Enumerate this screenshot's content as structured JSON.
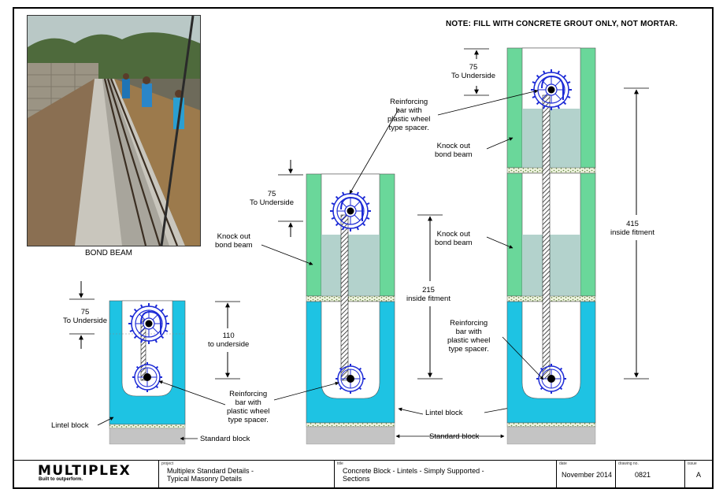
{
  "note": "NOTE: FILL WITH CONCRETE GROUT ONLY, NOT MORTAR.",
  "photo": {
    "caption": "BOND BEAM"
  },
  "section_left": {
    "dim_top_value": "75",
    "dim_top_text": "To Underside",
    "dim_right_value": "110",
    "dim_right_text": "to underside",
    "rebar_label": [
      "Reinforcing",
      "bar with",
      "plastic wheel",
      "type spacer."
    ],
    "lintel_label": "Lintel block",
    "standard_label": "Standard block"
  },
  "section_middle": {
    "dim_top_value": "75",
    "dim_top_text": "To Underside",
    "knockout_label": [
      "Knock out",
      "bond beam"
    ],
    "rebar_label": [
      "Reinforcing",
      "bar with",
      "plastic wheel",
      "type spacer."
    ],
    "dim_right_value": "215",
    "dim_right_text": "inside fitment",
    "lintel_label": "Lintel block",
    "standard_label": "Standard block"
  },
  "section_right": {
    "dim_top_value": "75",
    "dim_top_text": "To Underside",
    "knockout_label_1": [
      "Knock out",
      "bond beam"
    ],
    "knockout_label_2": [
      "Knock out",
      "bond beam"
    ],
    "dim_right_value": "415",
    "dim_right_text": "inside fitment",
    "rebar_label": [
      "Reinforcing",
      "bar with",
      "plastic wheel",
      "type spacer."
    ]
  },
  "title_block": {
    "logo": "MULTIPLEX",
    "tagline": "Built to outperform.",
    "project_caption": "project",
    "project": [
      "Multiplex Standard Details -",
      "Typical Masonry Details"
    ],
    "title_caption": "title",
    "title": [
      "Concrete Block - Lintels - Simply Supported -",
      "Sections"
    ],
    "date_caption": "date",
    "date": "November 2014",
    "drawing_caption": "drawing no.",
    "drawing_no": "0821",
    "issue_caption": "issue",
    "issue": "A"
  },
  "colors": {
    "lintel_blue": "#1ec3e3",
    "bond_green": "#6ad79a",
    "grey_fill": "#b3d2cc",
    "standard_block": "#c4c4c4",
    "rebar_spacer": "#1d2bd6"
  }
}
